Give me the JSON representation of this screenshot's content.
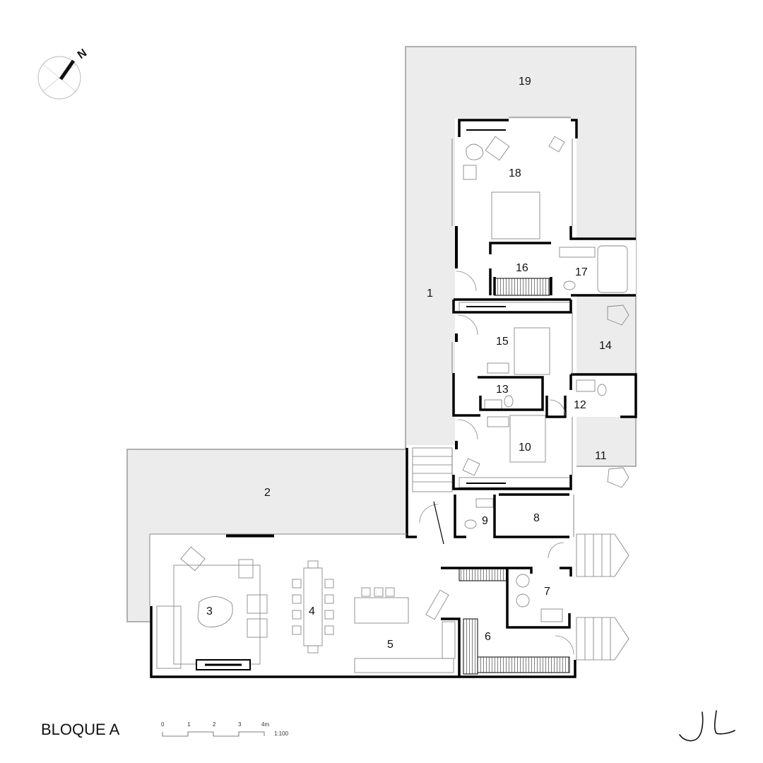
{
  "compass": {
    "north_label": "N"
  },
  "rooms": [
    "1",
    "2",
    "3",
    "4",
    "5",
    "6",
    "7",
    "8",
    "9",
    "10",
    "11",
    "12",
    "13",
    "14",
    "15",
    "16",
    "17",
    "18",
    "19"
  ],
  "title": "BLOQUE A",
  "scale_bar": {
    "ticks": [
      "0",
      "1",
      "2",
      "3",
      "4m"
    ],
    "ratio": "1:100"
  },
  "signature": "JL"
}
